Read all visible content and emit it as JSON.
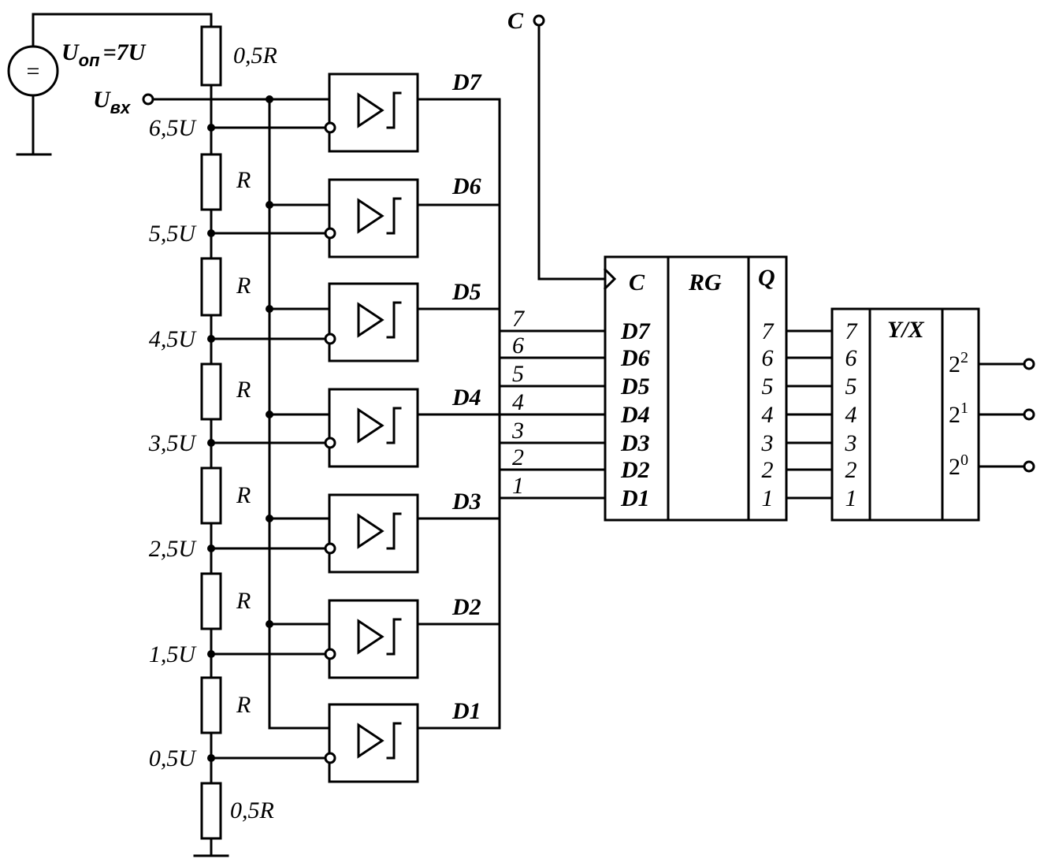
{
  "source": {
    "label_main": "U",
    "label_sub": "оп",
    "label_value": "=7U",
    "symbol": "="
  },
  "input": {
    "label_main": "U",
    "label_sub": "вх"
  },
  "clock": {
    "label": "C"
  },
  "resistors": [
    "0,5R",
    "R",
    "R",
    "R",
    "R",
    "R",
    "R",
    "0,5R"
  ],
  "taps": [
    "6,5U",
    "5,5U",
    "4,5U",
    "3,5U",
    "2,5U",
    "1,5U",
    "0,5U"
  ],
  "comparators": [
    "D7",
    "D6",
    "D5",
    "D4",
    "D3",
    "D2",
    "D1"
  ],
  "bus_numbers": [
    "7",
    "6",
    "5",
    "4",
    "3",
    "2",
    "1"
  ],
  "register": {
    "clock_label": "C",
    "name": "RG",
    "q_label": "Q",
    "inputs": [
      "D7",
      "D6",
      "D5",
      "D4",
      "D3",
      "D2",
      "D1"
    ],
    "outputs": [
      "7",
      "6",
      "5",
      "4",
      "3",
      "2",
      "1"
    ]
  },
  "encoder": {
    "name": "Y/X",
    "inputs": [
      "7",
      "6",
      "5",
      "4",
      "3",
      "2",
      "1"
    ],
    "outputs": [
      {
        "base": "2",
        "exp": "2"
      },
      {
        "base": "2",
        "exp": "1"
      },
      {
        "base": "2",
        "exp": "0"
      }
    ]
  }
}
